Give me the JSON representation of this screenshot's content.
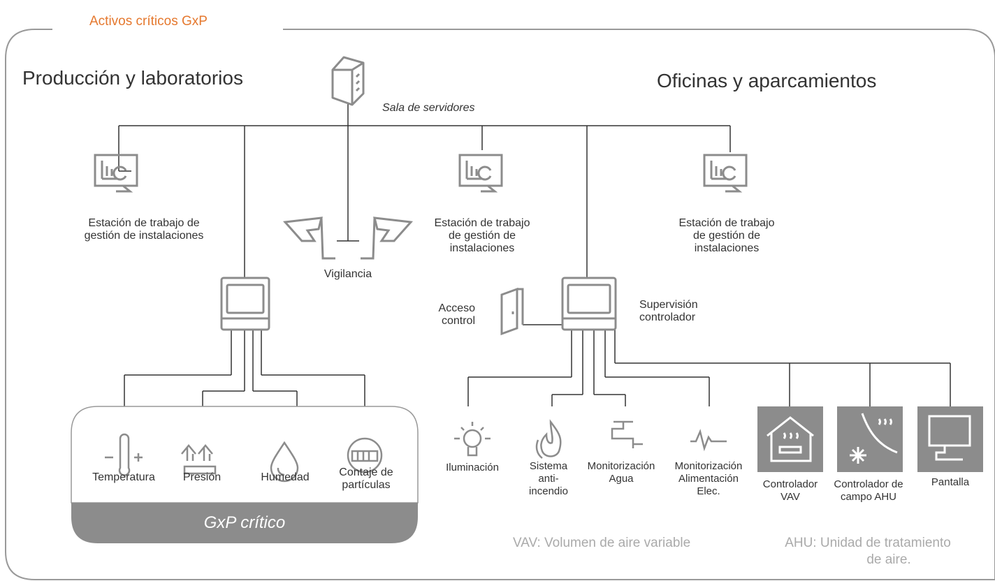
{
  "frame_title": "Activos críticos GxP",
  "left_heading": "Producción y laboratorios",
  "right_heading": "Oficinas y aparcamientos",
  "server_room": "Sala de servidores",
  "workstation_left": [
    "Estación de trabajo de",
    "gestión de instalaciones"
  ],
  "workstation_mid": [
    "Estación de trabajo",
    "de gestión de",
    "instalaciones"
  ],
  "workstation_right": [
    "Estación de trabajo",
    "de gestión de",
    "instalaciones"
  ],
  "surveillance": "Vigilancia",
  "access_control": [
    "Acceso",
    "control"
  ],
  "supervision": [
    "Supervisión",
    "controlador"
  ],
  "sensors": {
    "temperature": "Temperatura",
    "pressure": "Presión",
    "humidity": "Humedad",
    "particles": [
      "Contaje de",
      "partículas"
    ]
  },
  "gxp_label": "GxP crítico",
  "devices": {
    "lighting": "Iluminación",
    "fire": [
      "Sistema",
      "anti-",
      "incendio"
    ],
    "water": [
      "Monitorización",
      "Agua"
    ],
    "power": [
      "Monitorización",
      "Alimentación",
      "Elec."
    ],
    "vav": [
      "Controlador",
      "VAV"
    ],
    "ahu": [
      "Controlador de",
      "campo AHU"
    ],
    "screen": "Pantalla"
  },
  "note_vav": "VAV: Volumen de aire variable",
  "note_ahu": [
    "AHU: Unidad de tratamiento",
    "de aire."
  ],
  "colors": {
    "accent": "#e5782e",
    "line": "#333333",
    "icon": "#8c8c8c",
    "panel": "#8c8c8c"
  },
  "icons": [
    "server-icon",
    "workstation-icon",
    "camera-icon",
    "controller-icon",
    "door-icon",
    "thermometer-icon",
    "pressure-icon",
    "droplet-icon",
    "particle-counter-icon",
    "lightbulb-icon",
    "flame-icon",
    "faucet-icon",
    "pulse-icon",
    "hvac-house-icon",
    "snowflake-heat-icon",
    "monitor-icon"
  ]
}
